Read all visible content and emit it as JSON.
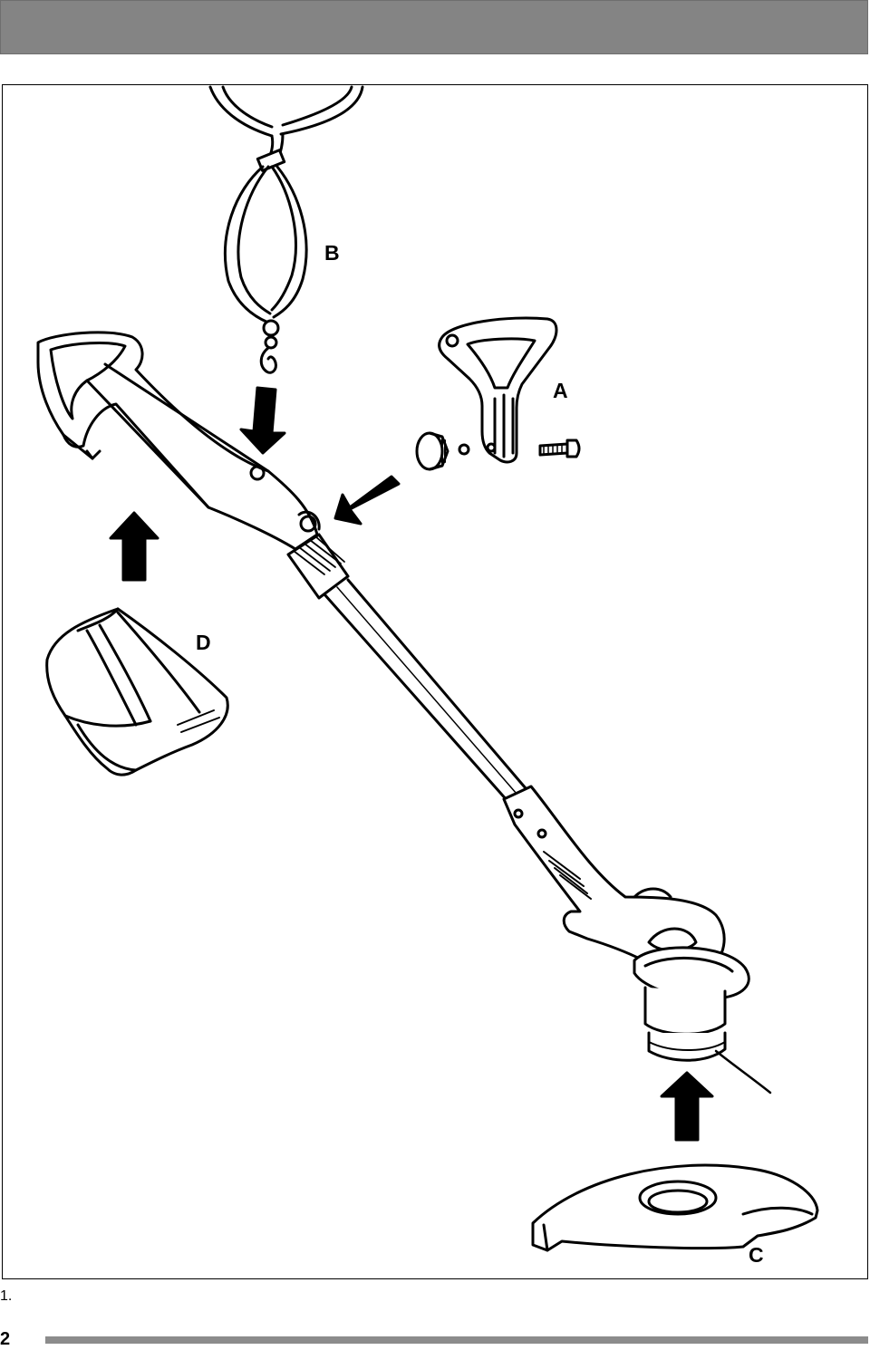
{
  "header": {
    "bar_color": "#848484"
  },
  "figure": {
    "labels": {
      "a": "A",
      "b": "B",
      "c": "C",
      "d": "D"
    },
    "number": "1."
  },
  "footer": {
    "page_number": "2",
    "bar_color": "#8c8c8c"
  }
}
